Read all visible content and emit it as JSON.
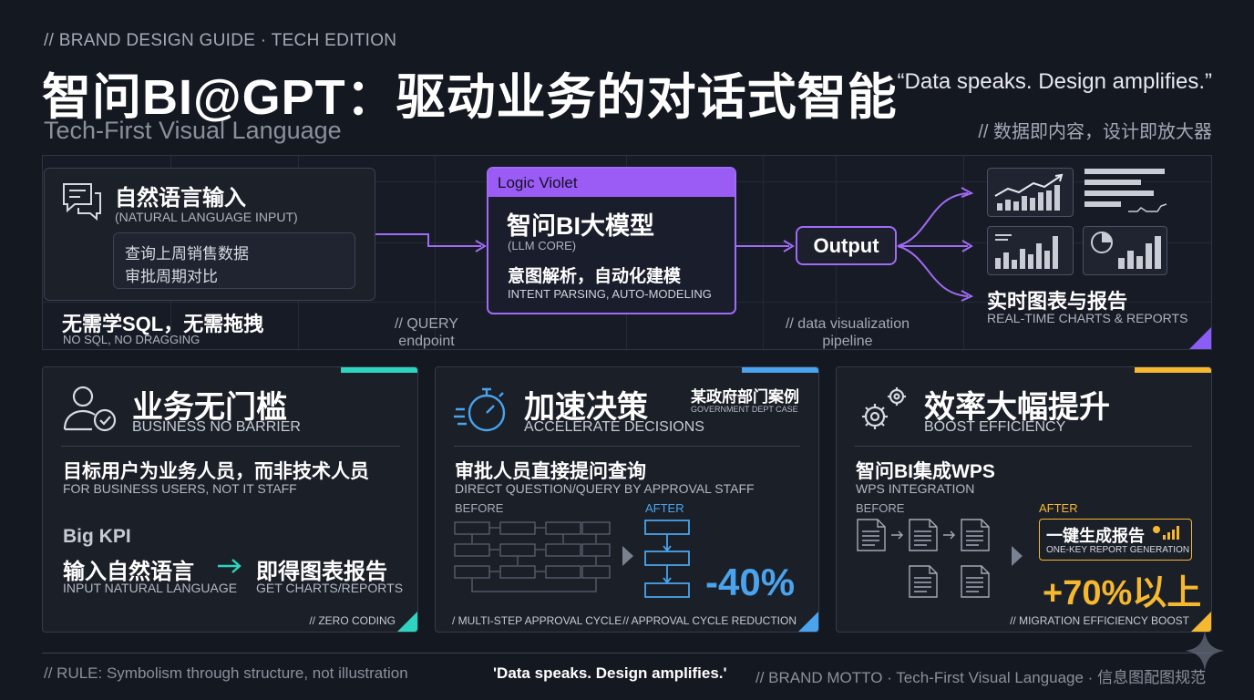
{
  "header": {
    "eyebrow": "// BRAND DESIGN GUIDE · TECH EDITION",
    "title": "智问BI@GPT：驱动业务的对话式智能",
    "subtitle": "Tech-First Visual Language",
    "quote": "“Data speaks. Design amplifies.”",
    "quote_cn": "// 数据即内容，设计即放大器"
  },
  "flow": {
    "input": {
      "title": "自然语言输入",
      "subtitle": "(NATURAL LANGUAGE INPUT)",
      "query_line1": "查询上周销售数据",
      "query_line2": "审批周期对比",
      "note_cn": "无需学SQL，无需拖拽",
      "note_en": "NO SQL, NO DRAGGING",
      "icon": "chat-icon"
    },
    "query_label_line1": "// QUERY",
    "query_label_line2": "endpoint",
    "llm": {
      "tag": "Logic Violet",
      "title": "智问BI大模型",
      "subtitle": "(LLM CORE)",
      "intent_cn": "意图解析，自动化建模",
      "intent_en": "INTENT PARSING, AUTO-MODELING"
    },
    "output_label": "Output",
    "viz_label_line1": "// data visualization",
    "viz_label_line2": "pipeline",
    "realtime": {
      "title": "实时图表与报告",
      "subtitle": "REAL-TIME CHARTS & REPORTS"
    },
    "accent_color": "#a06bf5"
  },
  "cards": {
    "barrier": {
      "icon": "user-check-icon",
      "title": "业务无门槛",
      "subtitle": "BUSINESS NO BARRIER",
      "target_cn": "目标用户为业务人员，而非技术人员",
      "target_en": "FOR BUSINESS USERS, NOT IT STAFF",
      "kpi_label": "Big KPI",
      "kpi_input_cn": "输入自然语言",
      "kpi_input_en": "INPUT NATURAL LANGUAGE",
      "kpi_output_cn": "即得图表报告",
      "kpi_output_en": "GET CHARTS/REPORTS",
      "footer": "// ZERO CODING",
      "accent": "#2dd4bf"
    },
    "decisions": {
      "icon": "stopwatch-icon",
      "title": "加速决策",
      "subtitle": "ACCELERATE DECISIONS",
      "case_cn": "某政府部门案例",
      "case_en": "GOVERNMENT DEPT CASE",
      "heading_cn": "审批人员直接提问查询",
      "heading_en": "DIRECT QUESTION/QUERY BY APPROVAL STAFF",
      "before_label": "BEFORE",
      "after_label": "AFTER",
      "stat": "-40%",
      "footer_left": "/ MULTI-STEP APPROVAL CYCLE",
      "footer_right": "// APPROVAL CYCLE REDUCTION",
      "accent": "#4aa3ec"
    },
    "efficiency": {
      "icon": "gears-icon",
      "title": "效率大幅提升",
      "subtitle": "BOOST EFFICIENCY",
      "heading_cn": "智问BI集成WPS",
      "heading_en": "WPS INTEGRATION",
      "before_label": "BEFORE",
      "after_label": "AFTER",
      "one_key_cn": "一键生成报告",
      "one_key_en": "ONE-KEY REPORT GENERATION",
      "stat": "+70%以上",
      "footer": "// MIGRATION EFFICIENCY BOOST",
      "accent": "#f5b82e"
    }
  },
  "footer": {
    "rule": "// RULE: Symbolism through structure, not illustration",
    "motto_en": "'Data speaks. Design amplifies.'",
    "motto_rest": "// BRAND MOTTO · Tech-First Visual Language · 信息图配图规范"
  }
}
